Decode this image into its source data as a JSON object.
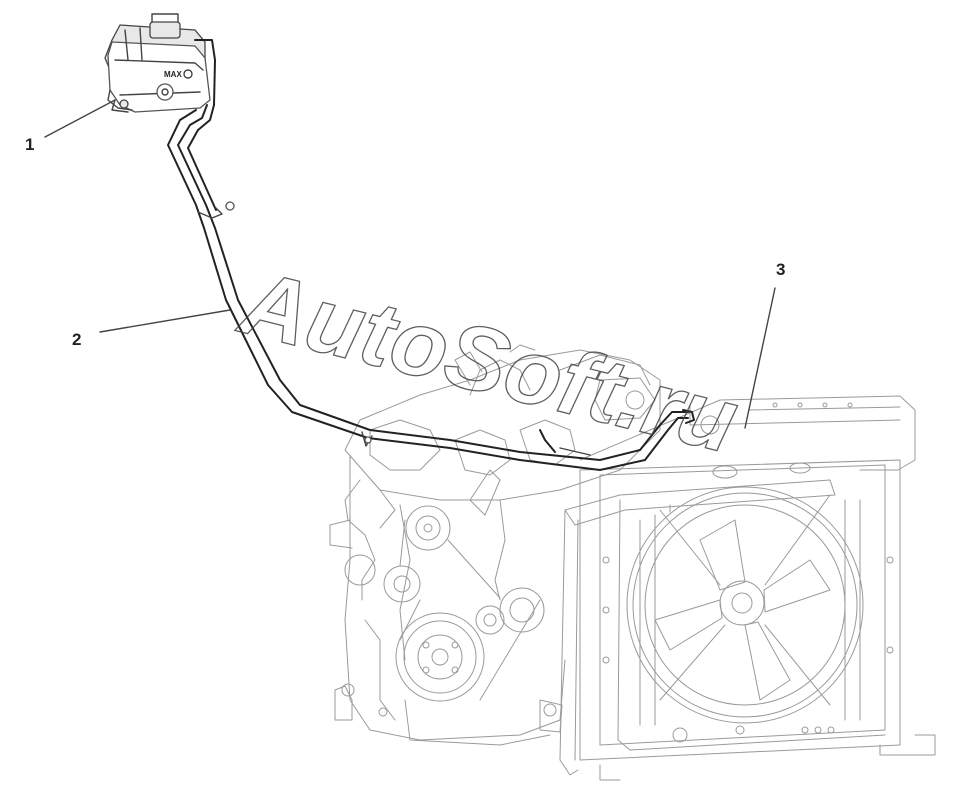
{
  "watermark": "AutoSoft.ru",
  "callouts": [
    {
      "label": "1"
    },
    {
      "label": "2"
    },
    {
      "label": "3"
    }
  ],
  "tank_marking": "MAX"
}
